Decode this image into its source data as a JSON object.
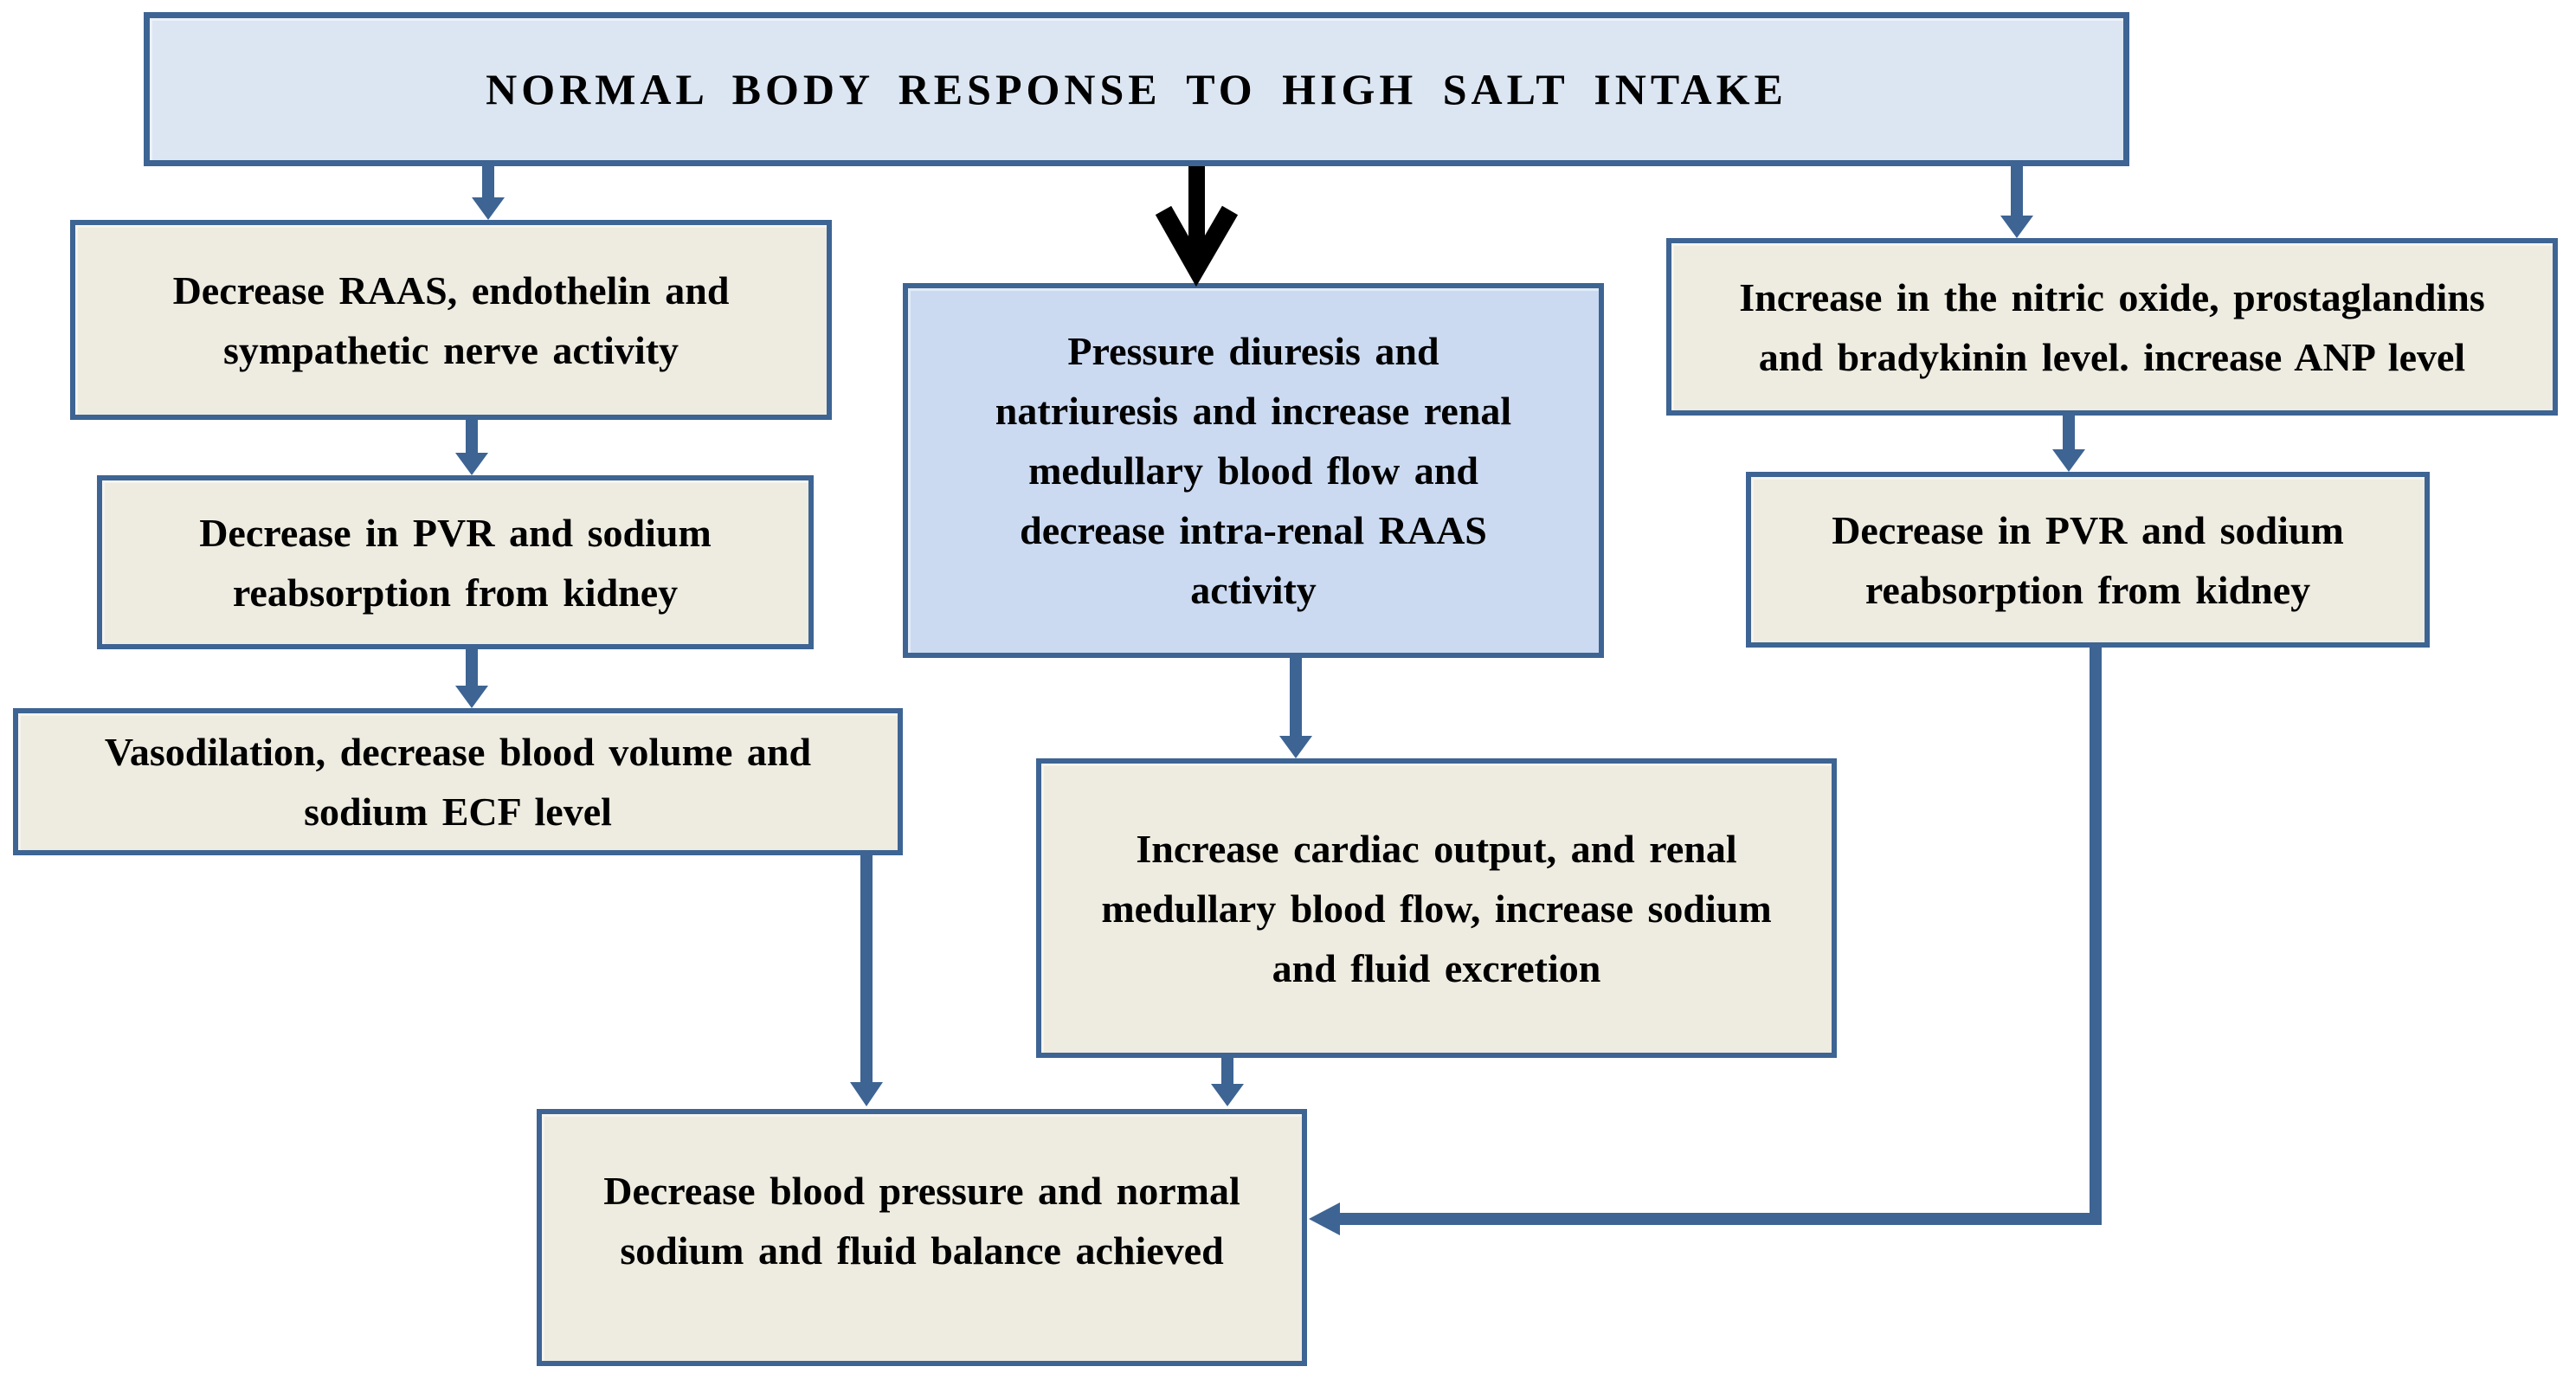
{
  "palette": {
    "background": "#ffffff",
    "box_border_blue": "#3d6493",
    "arrow_blue": "#3d6493",
    "black_arrow": "#000000",
    "title_box_fill": "#dce6f2",
    "highlight_box_fill": "#cbdaf1",
    "plain_box_fill": "#eeebe0",
    "text_color": "#000000"
  },
  "diagram": {
    "title": "NORMAL BODY RESPONSE TO HIGH SALT INTAKE",
    "boxes": {
      "left1": "Decrease RAAS, endothelin and sympathetic nerve activity",
      "left2": "Decrease in PVR and sodium reabsorption from kidney",
      "left3": "Vasodilation, decrease blood volume and sodium ECF level",
      "center1": "Pressure diuresis and natriuresis and increase renal medullary blood flow and decrease intra-renal RAAS activity",
      "center2": "Increase cardiac output, and renal medullary blood flow, increase sodium and fluid excretion",
      "right1": "Increase in the nitric oxide, prostaglandins and bradykinin level. increase ANP level",
      "right2": "Decrease in PVR and sodium reabsorption from kidney",
      "bottom": "Decrease blood pressure and normal sodium and fluid balance achieved"
    },
    "connectors": [
      "title to left column",
      "title to pressure-diuresis (bold black)",
      "title to right column",
      "left1 to left2",
      "left2 to left3",
      "left3 to bottom (long vertical)",
      "center1 to center2",
      "center2 to bottom",
      "right1 to right2",
      "right2 to bottom (elbow, enters right side)"
    ]
  }
}
